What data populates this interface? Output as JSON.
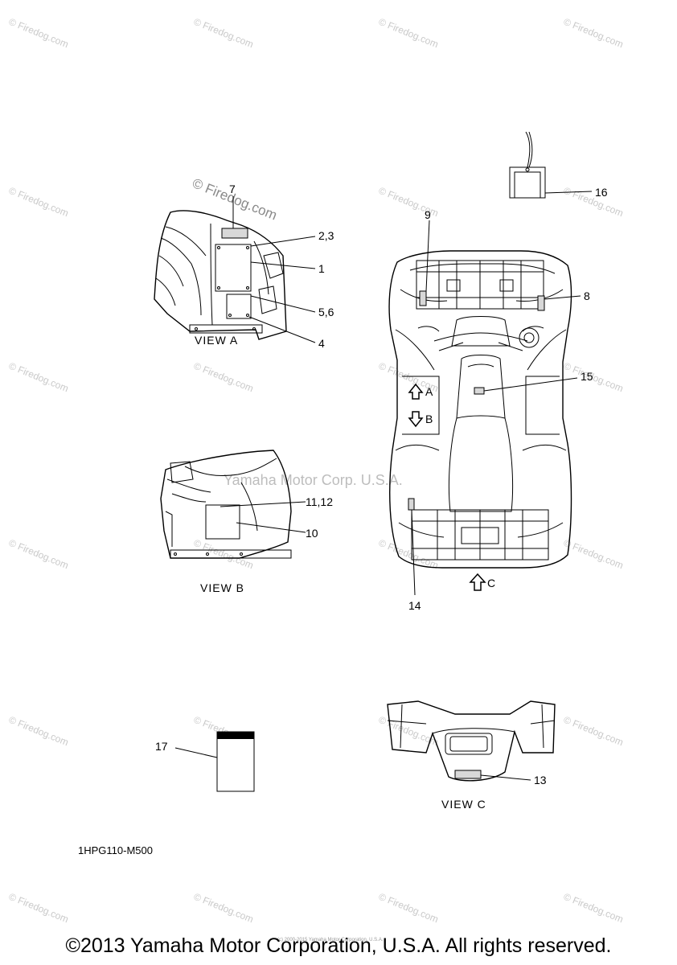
{
  "watermark": {
    "text": "© Firedog.com",
    "prominent": "© Firedog.com",
    "center": "Yamaha Motor Corp. U.S.A."
  },
  "callouts": {
    "c1": "1",
    "c23": "2,3",
    "c4": "4",
    "c56": "5,6",
    "c7": "7",
    "c8": "8",
    "c9": "9",
    "c10": "10",
    "c1112": "11,12",
    "c13": "13",
    "c14": "14",
    "c15": "15",
    "c16": "16",
    "c17": "17"
  },
  "views": {
    "a": "VIEW A",
    "b": "VIEW B",
    "c": "VIEW C"
  },
  "arrows": {
    "a": "A",
    "b": "B",
    "c": "C"
  },
  "part_number": "1HPG110-M500",
  "small_print": "(c) 2000-2015 Yamaha Motor Corporation, U.S.A.",
  "footer": "©2013 Yamaha Motor Corporation, U.S.A. All rights reserved."
}
